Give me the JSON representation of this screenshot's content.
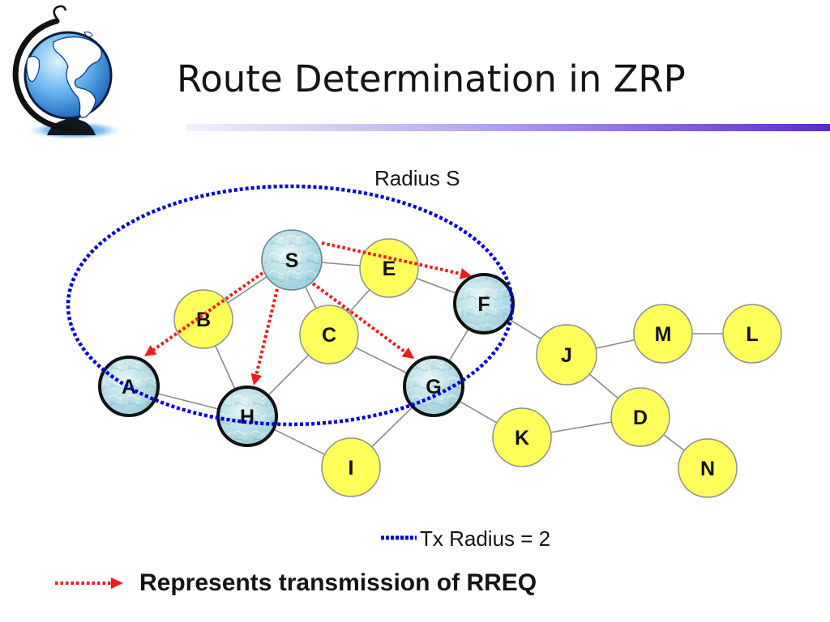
{
  "slide": {
    "title": "Route Determination in ZRP"
  },
  "colors": {
    "title_bar": "#5a2bd0",
    "zone_border": "#0000dd",
    "rreq_arrow": "#ee1c1c",
    "node_yellow": "#ffff5c",
    "node_blue": "#9fd0db",
    "edge": "#8a8a8a"
  },
  "diagram": {
    "radius_label": "Radius S",
    "nodes": [
      {
        "label": "S"
      },
      {
        "label": "E"
      },
      {
        "label": "B"
      },
      {
        "label": "C"
      },
      {
        "label": "F"
      },
      {
        "label": "A"
      },
      {
        "label": "H"
      },
      {
        "label": "G"
      },
      {
        "label": "I"
      },
      {
        "label": "J"
      },
      {
        "label": "K"
      },
      {
        "label": "M"
      },
      {
        "label": "L"
      },
      {
        "label": "D"
      },
      {
        "label": "N"
      }
    ],
    "edges": [
      [
        "S",
        "E"
      ],
      [
        "S",
        "B"
      ],
      [
        "S",
        "C"
      ],
      [
        "E",
        "C"
      ],
      [
        "E",
        "F"
      ],
      [
        "B",
        "H"
      ],
      [
        "A",
        "H"
      ],
      [
        "C",
        "H"
      ],
      [
        "C",
        "G"
      ],
      [
        "F",
        "G"
      ],
      [
        "F",
        "J"
      ],
      [
        "J",
        "M"
      ],
      [
        "M",
        "L"
      ],
      [
        "J",
        "D"
      ],
      [
        "D",
        "K"
      ],
      [
        "K",
        "G"
      ],
      [
        "D",
        "N"
      ],
      [
        "G",
        "I"
      ],
      [
        "H",
        "I"
      ]
    ],
    "rreq": [
      [
        "S",
        "F"
      ],
      [
        "S",
        "A"
      ],
      [
        "S",
        "H"
      ],
      [
        "S",
        "G"
      ]
    ]
  },
  "legend": {
    "tx_radius_label": "Tx Radius = 2",
    "rreq_label": "Represents transmission of RREQ"
  }
}
